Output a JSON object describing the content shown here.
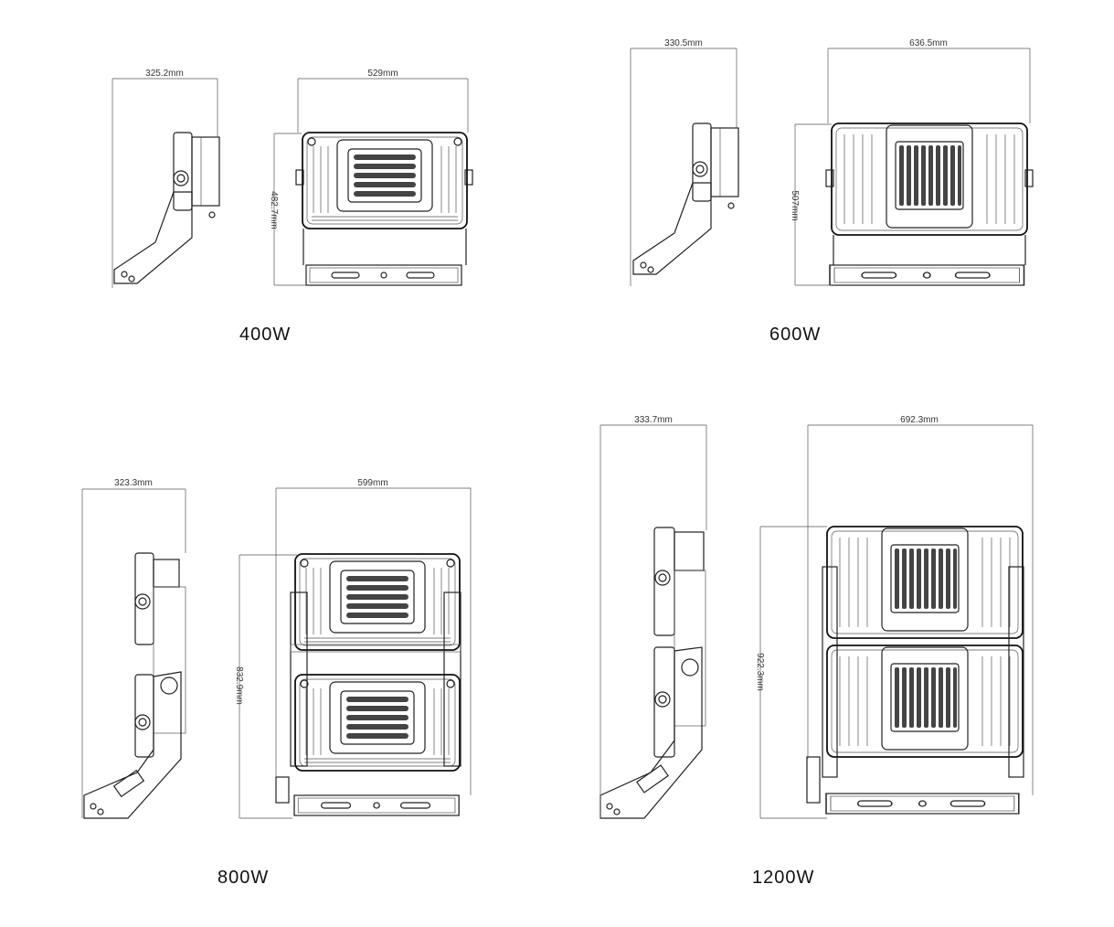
{
  "models": [
    {
      "id": "400w",
      "label": "400W",
      "side_depth": "325.2mm",
      "front_width": "529mm",
      "front_height": "482.7mm"
    },
    {
      "id": "600w",
      "label": "600W",
      "side_depth": "330.5mm",
      "front_width": "636.5mm",
      "front_height": "507mm"
    },
    {
      "id": "800w",
      "label": "800W",
      "side_depth": "323.3mm",
      "front_width": "599mm",
      "front_height": "832.9mm"
    },
    {
      "id": "1200w",
      "label": "1200W",
      "side_depth": "333.7mm",
      "front_width": "692.3mm",
      "front_height": "922.3mm"
    }
  ]
}
